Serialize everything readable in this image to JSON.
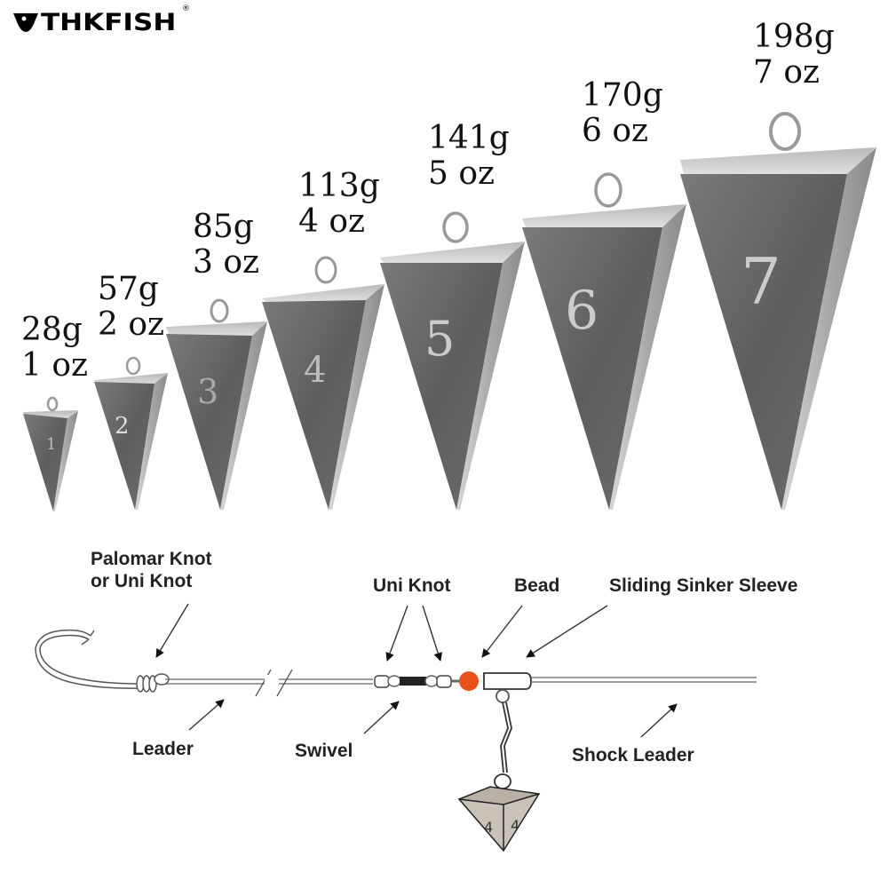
{
  "brand": {
    "name": "THKFISH",
    "registered_mark": "®",
    "icon": "fish-tail-logo-icon"
  },
  "sinkers": [
    {
      "number": "1",
      "grams": "28g",
      "ounces": "1 oz"
    },
    {
      "number": "2",
      "grams": "57g",
      "ounces": "2 oz"
    },
    {
      "number": "3",
      "grams": "85g",
      "ounces": "3 oz"
    },
    {
      "number": "4",
      "grams": "113g",
      "ounces": "4 oz"
    },
    {
      "number": "5",
      "grams": "141g",
      "ounces": "5 oz"
    },
    {
      "number": "6",
      "grams": "170g",
      "ounces": "6 oz"
    },
    {
      "number": "7",
      "grams": "198g",
      "ounces": "7 oz"
    }
  ],
  "rig_diagram": {
    "labels": {
      "palomar_knot_line1": "Palomar Knot",
      "palomar_knot_line2": "or Uni Knot",
      "uni_knot": "Uni Knot",
      "bead": "Bead",
      "sliding_sinker_sleeve": "Sliding Sinker Sleeve",
      "leader": "Leader",
      "swivel": "Swivel",
      "shock_leader": "Shock Leader"
    },
    "mini_sinker_number": "4",
    "colors": {
      "bead": "#e8511a",
      "line": "#555555",
      "sinker_fill": "#c8c2b8"
    }
  }
}
